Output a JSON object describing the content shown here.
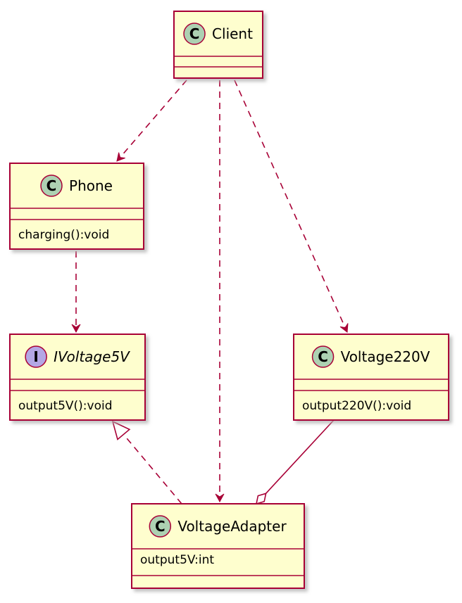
{
  "colors": {
    "class_fill": "#FEFECE",
    "border": "#A80036",
    "class_badge": "#ADD1B2",
    "interface_badge": "#B4A7E5",
    "shadow": "#B0B0B0"
  },
  "classes": [
    {
      "id": "client",
      "name": "Client",
      "kind": "class",
      "badge": "C",
      "fields": [],
      "methods": []
    },
    {
      "id": "phone",
      "name": "Phone",
      "kind": "class",
      "badge": "C",
      "fields": [],
      "methods": [
        "charging():void"
      ]
    },
    {
      "id": "ivolt5",
      "name": "IVoltage5V",
      "kind": "interface",
      "badge": "I",
      "fields": [],
      "methods": [
        "output5V():void"
      ]
    },
    {
      "id": "volt220",
      "name": "Voltage220V",
      "kind": "class",
      "badge": "C",
      "fields": [],
      "methods": [
        "output220V():void"
      ]
    },
    {
      "id": "adapter",
      "name": "VoltageAdapter",
      "kind": "class",
      "badge": "C",
      "fields": [
        "output5V:int"
      ],
      "methods": []
    }
  ],
  "relations": [
    {
      "id": "client-phone",
      "from": "client",
      "to": "phone",
      "kind": "dependency"
    },
    {
      "id": "client-adapter",
      "from": "client",
      "to": "adapter",
      "kind": "dependency"
    },
    {
      "id": "client-volt220",
      "from": "client",
      "to": "volt220",
      "kind": "dependency"
    },
    {
      "id": "phone-ivolt5",
      "from": "phone",
      "to": "ivolt5",
      "kind": "dependency"
    },
    {
      "id": "adapter-ivolt5",
      "from": "adapter",
      "to": "ivolt5",
      "kind": "realization"
    },
    {
      "id": "volt220-adapter",
      "from": "volt220",
      "to": "adapter",
      "kind": "aggregation"
    }
  ]
}
